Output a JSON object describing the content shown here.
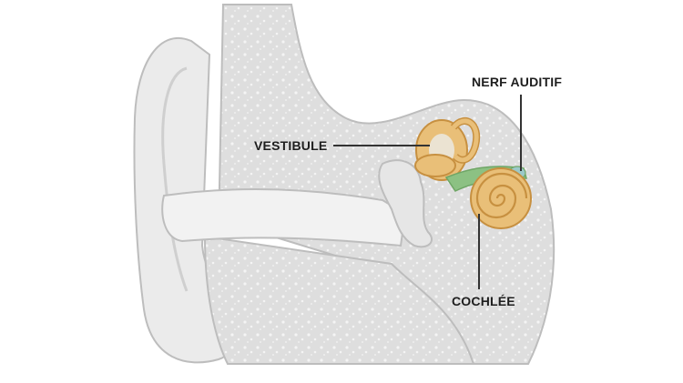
{
  "labels": {
    "vestibule": "VESTIBULE",
    "nerf_auditif": "NERF AUDITIF",
    "cochlee": "COCHLÉE"
  },
  "colors": {
    "tissue_light": "#ececec",
    "tissue_mid": "#dcdcdc",
    "outline": "#bdbdbd",
    "bone": "#d6d6d6",
    "inner_ear": "#e9bf78",
    "inner_ear_dark": "#c79040",
    "nerve": "#8cc183",
    "leader_line": "#333333",
    "text": "#1e1e1e"
  }
}
